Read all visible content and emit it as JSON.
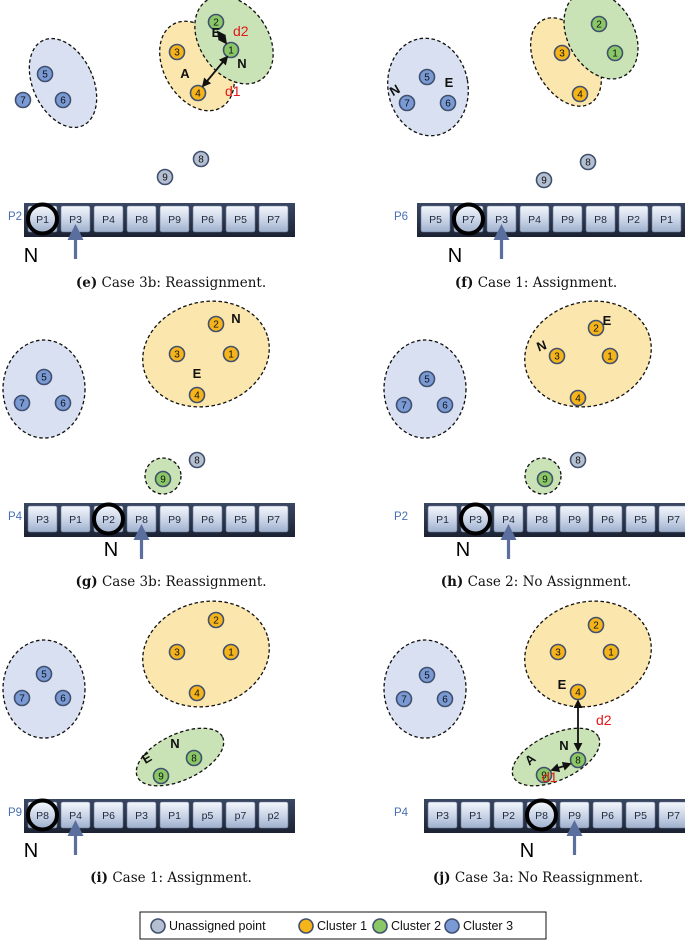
{
  "colors": {
    "unassigned": "#b4c0d2",
    "cluster1": "#f4b41a",
    "cluster2": "#8ac766",
    "cluster3": "#7a9ad6",
    "blob_c1": "#fbe6ae",
    "blob_c2": "#c9e3b6",
    "blob_c3": "#d9e0f1",
    "arrow": "#5b6f9e",
    "distance_label": "#e01818"
  },
  "panels": [
    {
      "id": "e",
      "caption_label": "(e)",
      "caption_text": "Case 3b: Reassignment.",
      "queue_label": "P2",
      "cells": [
        "P1",
        "P3",
        "P4",
        "P8",
        "P9",
        "P6",
        "P5",
        "P7"
      ],
      "highlight_index": 0,
      "arrow_index": 1,
      "current_marker": "N",
      "clusters": [
        {
          "cluster": 3,
          "points": [
            {
              "id": "5",
              "cluster": 3
            },
            {
              "id": "6",
              "cluster": 3
            }
          ]
        },
        {
          "cluster": 1,
          "points": [
            {
              "id": "3",
              "cluster": 1
            },
            {
              "id": "4",
              "cluster": 1
            }
          ]
        },
        {
          "cluster": 2,
          "points": [
            {
              "id": "2",
              "cluster": 2
            },
            {
              "id": "1",
              "cluster": 2
            }
          ]
        }
      ],
      "free_points": [
        {
          "id": "7",
          "cluster": 3
        },
        {
          "id": "9",
          "cluster": 0
        },
        {
          "id": "8",
          "cluster": 0
        }
      ],
      "annotations": [
        "E",
        "A",
        "N"
      ],
      "distances": [
        "d2",
        "d1"
      ]
    },
    {
      "id": "f",
      "caption_label": "(f)",
      "caption_text": "Case 1: Assignment.",
      "queue_label": "P6",
      "cells": [
        "P5",
        "P7",
        "P3",
        "P4",
        "P9",
        "P8",
        "P2",
        "P1"
      ],
      "highlight_index": 1,
      "arrow_index": 2,
      "current_marker": "N",
      "clusters": [
        {
          "cluster": 3,
          "points": [
            {
              "id": "5",
              "cluster": 3
            },
            {
              "id": "7",
              "cluster": 3
            },
            {
              "id": "6",
              "cluster": 3
            }
          ]
        },
        {
          "cluster": 1,
          "points": [
            {
              "id": "3",
              "cluster": 1
            },
            {
              "id": "4",
              "cluster": 1
            }
          ]
        },
        {
          "cluster": 2,
          "points": [
            {
              "id": "2",
              "cluster": 2
            },
            {
              "id": "1",
              "cluster": 2
            }
          ]
        }
      ],
      "free_points": [
        {
          "id": "9",
          "cluster": 0
        },
        {
          "id": "8",
          "cluster": 0
        }
      ],
      "annotations": [
        "N",
        "E"
      ],
      "distances": []
    },
    {
      "id": "g",
      "caption_label": "(g)",
      "caption_text": "Case 3b: Reassignment.",
      "queue_label": "P4",
      "cells": [
        "P3",
        "P1",
        "P2",
        "P8",
        "P9",
        "P6",
        "P5",
        "P7"
      ],
      "highlight_index": 2,
      "arrow_index": 3,
      "current_marker": "N",
      "clusters": [
        {
          "cluster": 3,
          "points": [
            {
              "id": "5",
              "cluster": 3
            },
            {
              "id": "7",
              "cluster": 3
            },
            {
              "id": "6",
              "cluster": 3
            }
          ]
        },
        {
          "cluster": 1,
          "points": [
            {
              "id": "2",
              "cluster": 1
            },
            {
              "id": "3",
              "cluster": 1
            },
            {
              "id": "1",
              "cluster": 1
            },
            {
              "id": "4",
              "cluster": 1
            }
          ]
        },
        {
          "cluster": 2,
          "points": [
            {
              "id": "9",
              "cluster": 2
            }
          ]
        }
      ],
      "free_points": [
        {
          "id": "8",
          "cluster": 0
        }
      ],
      "annotations": [
        "N",
        "E"
      ],
      "distances": []
    },
    {
      "id": "h",
      "caption_label": "(h)",
      "caption_text": "Case 2: No Assignment.",
      "queue_label": "P2",
      "cells": [
        "P1",
        "P3",
        "P4",
        "P8",
        "P9",
        "P6",
        "P5",
        "P7"
      ],
      "highlight_index": 1,
      "arrow_index": 2,
      "current_marker": "N",
      "clusters": [
        {
          "cluster": 3,
          "points": [
            {
              "id": "5",
              "cluster": 3
            },
            {
              "id": "7",
              "cluster": 3
            },
            {
              "id": "6",
              "cluster": 3
            }
          ]
        },
        {
          "cluster": 1,
          "points": [
            {
              "id": "2",
              "cluster": 1
            },
            {
              "id": "3",
              "cluster": 1
            },
            {
              "id": "1",
              "cluster": 1
            },
            {
              "id": "4",
              "cluster": 1
            }
          ]
        },
        {
          "cluster": 2,
          "points": [
            {
              "id": "9",
              "cluster": 2
            }
          ]
        }
      ],
      "free_points": [
        {
          "id": "8",
          "cluster": 0
        }
      ],
      "annotations": [
        "E",
        "N"
      ],
      "distances": []
    },
    {
      "id": "i",
      "caption_label": "(i)",
      "caption_text": "Case 1: Assignment.",
      "queue_label": "P9",
      "cells": [
        "P8",
        "P4",
        "P6",
        "P3",
        "P1",
        "p5",
        "p7",
        "p2"
      ],
      "highlight_index": 0,
      "arrow_index": 1,
      "current_marker": "N",
      "clusters": [
        {
          "cluster": 3,
          "points": [
            {
              "id": "5",
              "cluster": 3
            },
            {
              "id": "7",
              "cluster": 3
            },
            {
              "id": "6",
              "cluster": 3
            }
          ]
        },
        {
          "cluster": 1,
          "points": [
            {
              "id": "2",
              "cluster": 1
            },
            {
              "id": "3",
              "cluster": 1
            },
            {
              "id": "1",
              "cluster": 1
            },
            {
              "id": "4",
              "cluster": 1
            }
          ]
        },
        {
          "cluster": 2,
          "points": [
            {
              "id": "8",
              "cluster": 2
            },
            {
              "id": "9",
              "cluster": 2
            }
          ]
        }
      ],
      "free_points": [],
      "annotations": [
        "N",
        "E"
      ],
      "distances": []
    },
    {
      "id": "j",
      "caption_label": "(j)",
      "caption_text": "Case 3a: No Reassignment.",
      "queue_label": "P4",
      "cells": [
        "P3",
        "P1",
        "P2",
        "P8",
        "P9",
        "P6",
        "P5",
        "P7"
      ],
      "highlight_index": 3,
      "arrow_index": 4,
      "current_marker": "N",
      "clusters": [
        {
          "cluster": 3,
          "points": [
            {
              "id": "5",
              "cluster": 3
            },
            {
              "id": "7",
              "cluster": 3
            },
            {
              "id": "6",
              "cluster": 3
            }
          ]
        },
        {
          "cluster": 1,
          "points": [
            {
              "id": "2",
              "cluster": 1
            },
            {
              "id": "3",
              "cluster": 1
            },
            {
              "id": "1",
              "cluster": 1
            },
            {
              "id": "4",
              "cluster": 1
            }
          ]
        },
        {
          "cluster": 2,
          "points": [
            {
              "id": "8",
              "cluster": 2
            },
            {
              "id": "9",
              "cluster": 2
            }
          ]
        }
      ],
      "free_points": [],
      "annotations": [
        "E",
        "N",
        "A"
      ],
      "distances": [
        "d2",
        "d1"
      ]
    }
  ],
  "legend": [
    {
      "label": "Unassigned point",
      "color_key": "unassigned"
    },
    {
      "label": "Cluster 1",
      "color_key": "cluster1"
    },
    {
      "label": "Cluster 2",
      "color_key": "cluster2"
    },
    {
      "label": "Cluster 3",
      "color_key": "cluster3"
    }
  ]
}
